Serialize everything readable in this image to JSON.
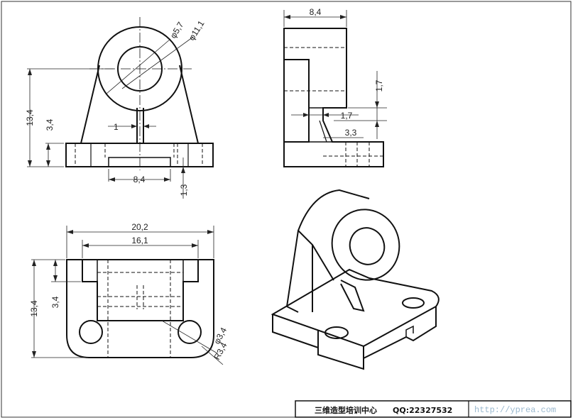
{
  "colors": {
    "line": "#111111",
    "dimension": "#222222",
    "watermark": "#9bb9cf",
    "paper": "#ffffff"
  },
  "front_view": {
    "dims": {
      "hole": "φ5,7",
      "boss": "φ11,1",
      "height": "13,4",
      "base_height": "3,4",
      "rib": "1",
      "slot": "8,4",
      "slot_depth": "1,3"
    }
  },
  "side_view": {
    "dims": {
      "width": "8,4",
      "step_v": "1,7",
      "step_h": "1,7",
      "notch": "3,3"
    }
  },
  "top_view": {
    "dims": {
      "overall": "20,2",
      "inner": "16,1",
      "depth": "13,4",
      "lug": "3,4",
      "hole": "φ3,4",
      "radius": "R3,4"
    }
  },
  "title_block": {
    "name": "三维造型培训中心",
    "qq": "QQ:22327532"
  },
  "watermark": "http://yprea.com"
}
